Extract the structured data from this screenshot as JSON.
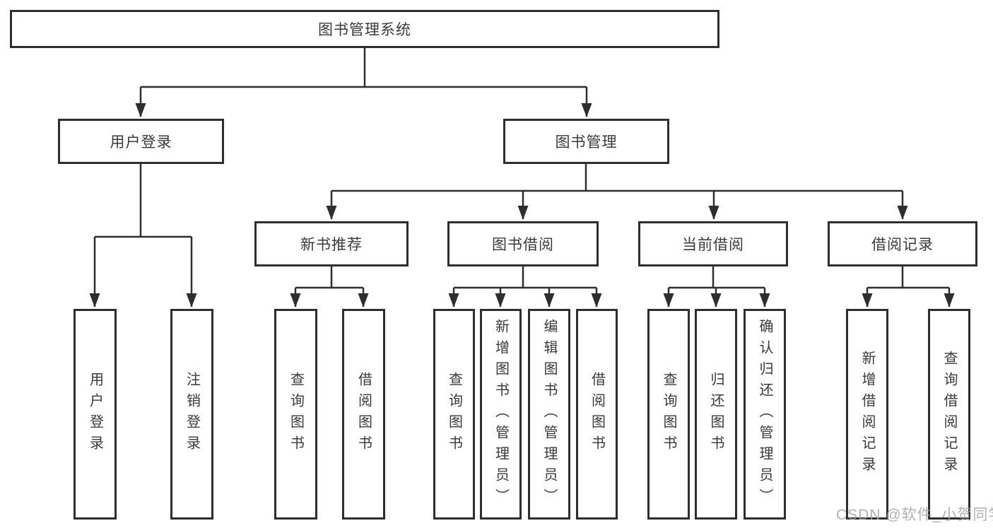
{
  "colors": {
    "line": "#2e2e2e",
    "text": "#3a3a3a",
    "watermark": "#9e9e9e",
    "background": "#ffffff"
  },
  "watermark": {
    "text": "CSDN @软件_小贺同学"
  },
  "tree": {
    "root": {
      "label": "图书管理系统"
    },
    "branches": [
      {
        "label": "用户登录",
        "children": [
          {
            "label": "用户登录"
          },
          {
            "label": "注销登录"
          }
        ]
      },
      {
        "label": "图书管理",
        "children": [
          {
            "label": "新书推荐",
            "children": [
              {
                "label": "查询图书"
              },
              {
                "label": "借阅图书"
              }
            ]
          },
          {
            "label": "图书借阅",
            "children": [
              {
                "label": "查询图书"
              },
              {
                "label": "新增图书（管理员）"
              },
              {
                "label": "编辑图书（管理员）"
              },
              {
                "label": "借阅图书"
              }
            ]
          },
          {
            "label": "当前借阅",
            "children": [
              {
                "label": "查询图书"
              },
              {
                "label": "归还图书"
              },
              {
                "label": "确认归还（管理员）"
              }
            ]
          },
          {
            "label": "借阅记录",
            "children": [
              {
                "label": "新增借阅记录"
              },
              {
                "label": "查询借阅记录"
              }
            ]
          }
        ]
      }
    ]
  }
}
